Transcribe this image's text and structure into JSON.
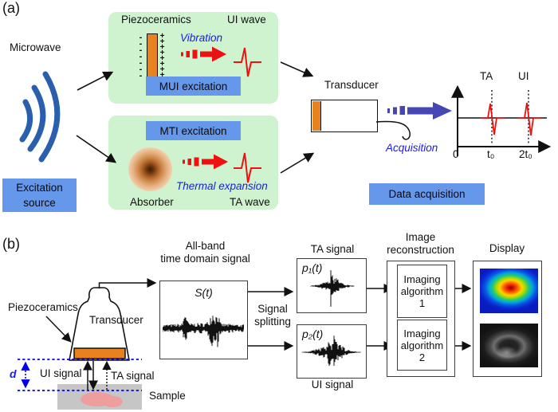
{
  "colors": {
    "panel_green": "#cff3cf",
    "label_box_blue": "#6597ea",
    "piezo_orange": "#e8821f",
    "signal_red": "#ee1111",
    "note_blue": "#1a1aee",
    "microwave_blue": "#2a5fae",
    "thick_arrow_blue": "#4646b4",
    "dashed_line_blue": "#0000ee",
    "sample_gray": "#c6c6c6",
    "lesion_pink": "#ef9e9e"
  },
  "panel_a": {
    "tag": "(a)",
    "microwave": "Microwave",
    "excitation_source": [
      "Excitation",
      "source"
    ],
    "mui": {
      "piezoceramics": "Piezoceramics",
      "ui_wave": "UI wave",
      "vibration": "Vibration",
      "label": "MUI excitation",
      "minus_col": "-\n-\n-\n-\n-\n-\n-",
      "plus_col": "+\n+\n+\n+\n+\n+\n+\n+"
    },
    "mti": {
      "label": "MTI excitation",
      "thermal_expansion": "Thermal expansion",
      "absorber": "Absorber",
      "ta_wave": "TA wave"
    },
    "transducer": "Transducer",
    "acquisition": "Acquisition",
    "plot": {
      "ta": "TA",
      "ui": "UI",
      "zero": "0",
      "t0": "t₀",
      "t2": "2t₀"
    },
    "data_acquisition": "Data acquisition"
  },
  "panel_b": {
    "tag": "(b)",
    "allband": [
      "All-band",
      "time domain signal"
    ],
    "piezoceramics": "Piezoceramics",
    "transducer": "Transducer",
    "d": "d",
    "ui_signal": "UI signal",
    "ta_signal": "TA signal",
    "sample": "Sample",
    "s_t": "S(t)",
    "splitting": [
      "Signal",
      "splitting"
    ],
    "ta_title": "TA signal",
    "p1": "p₁(t)",
    "p2": "p₂(t)",
    "ui_title": "UI signal",
    "recon": [
      "Image",
      "reconstruction"
    ],
    "algo1": [
      "Imaging",
      "algorithm",
      "1"
    ],
    "algo2": [
      "Imaging",
      "algorithm",
      "2"
    ],
    "display": "Display"
  }
}
